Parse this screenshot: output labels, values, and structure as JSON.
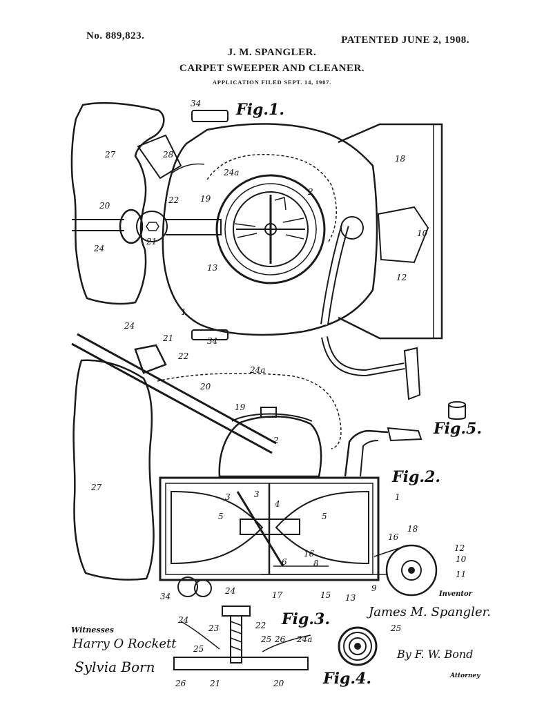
{
  "header": {
    "patent_number": "No. 889,823.",
    "patent_date": "PATENTED JUNE 2, 1908.",
    "inventor_name": "J. M. SPANGLER.",
    "title": "CARPET SWEEPER AND CLEANER.",
    "application_filed": "APPLICATION FILED SEPT. 14, 1907."
  },
  "figures": {
    "fig1": "Fig.1.",
    "fig2": "Fig.2.",
    "fig3": "Fig.3.",
    "fig4": "Fig.4.",
    "fig5": "Fig.5."
  },
  "references": {
    "r1": "1",
    "r2": "2",
    "r3": "3",
    "r4": "4",
    "r5": "5",
    "r9": "9",
    "r10": "10",
    "r11": "11",
    "r12": "12",
    "r13": "13",
    "r15": "15",
    "r16": "16",
    "r17": "17",
    "r18": "18",
    "r19": "19",
    "r20": "20",
    "r21": "21",
    "r22": "22",
    "r23": "23",
    "r24": "24",
    "r24a": "24a",
    "r25": "25",
    "r26": "26",
    "r27": "27",
    "r28": "28",
    "r34": "34",
    "r6": "6",
    "r8": "8"
  },
  "signatures": {
    "witnesses_label": "Witnesses",
    "witness_1": "Harry O Rockett",
    "witness_2": "Sylvia Born",
    "inventor_label": "Inventor",
    "inventor_signature": "James M. Spangler.",
    "attorney_signature": "By F. W. Bond",
    "attorney_label": "Attorney"
  }
}
